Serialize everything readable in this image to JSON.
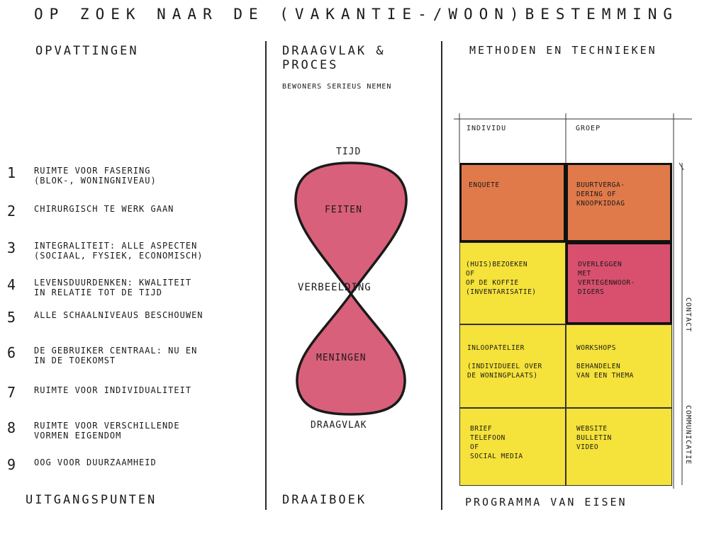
{
  "title": "OP ZOEK NAAR DE (VAKANTIE-/WOON)BESTEMMING",
  "columns": {
    "left": {
      "header": "OPVATTINGEN",
      "footer": "UITGANGSPUNTEN"
    },
    "middle": {
      "header": "DRAAGVLAK & PROCES",
      "subheader": "BEWONERS SERIEUS NEMEN",
      "footer": "DRAAIBOEK"
    },
    "right": {
      "header": "METHODEN EN TECHNIEKEN",
      "footer": "PROGRAMMA VAN EISEN"
    }
  },
  "principles": [
    {
      "num": "1",
      "text": "RUIMTE VOOR FASERING\n(BLOK-, WONINGNIVEAU)"
    },
    {
      "num": "2",
      "text": "CHIRURGISCH TE WERK GAAN"
    },
    {
      "num": "3",
      "text": "INTEGRALITEIT: ALLE ASPECTEN\n(SOCIAAL, FYSIEK, ECONOMISCH)"
    },
    {
      "num": "4",
      "text": "LEVENSDUURDENKEN: KWALITEIT\nIN RELATIE TOT DE TIJD"
    },
    {
      "num": "5",
      "text": "ALLE SCHAALNIVEAUS BESCHOUWEN"
    },
    {
      "num": "6",
      "text": "DE GEBRUIKER CENTRAAL: NU EN\nIN DE TOEKOMST"
    },
    {
      "num": "7",
      "text": "RUIMTE VOOR INDIVIDUALITEIT"
    },
    {
      "num": "8",
      "text": "RUIMTE VOOR VERSCHILLENDE\nVORMEN EIGENDOM"
    },
    {
      "num": "9",
      "text": "OOG VOOR DUURZAAMHEID"
    }
  ],
  "hourglass": {
    "top": "TIJD",
    "upper": "FEITEN",
    "middle": "VERBEELDING",
    "lower": "MENINGEN",
    "bottom": "DRAAGVLAK",
    "fill": "#d9607a",
    "stroke": "#1a1a1a"
  },
  "methods": {
    "col_headers": [
      "INDIVIDU",
      "GROEP"
    ],
    "side_labels": {
      "upper": "CONTACT",
      "lower": "COMMUNICATIE"
    },
    "cells": [
      {
        "text": "ENQUETE",
        "color": "#e07a4a"
      },
      {
        "text": "BUURTVERGA-\nDERING OF\nKNOOPKIDDAG",
        "color": "#e07a4a"
      },
      {
        "text": "(HUIS)BEZOEKEN\nOF\nOP DE KOFFIE\n(INVENTARISATIE)",
        "color": "#f5e23a"
      },
      {
        "text": "OVERLEGGEN\nMET\nVERTEGENWOOR-\nDIGERS",
        "color": "#d9506e"
      },
      {
        "text": "INLOOPATELIER\n\n(INDIVIDUEEL OVER\nDE WONINGPLAATS)",
        "color": "#f5e23a"
      },
      {
        "text": "WORKSHOPS\n\nBEHANDELEN\nVAN EEN THEMA",
        "color": "#f5e23a"
      },
      {
        "text": "BRIEF\nTELEFOON\nOF\nSOCIAL MEDIA",
        "color": "#f5e23a"
      },
      {
        "text": "WEBSITE\nBULLETIN\nVIDEO",
        "color": "#f5e23a"
      }
    ]
  }
}
